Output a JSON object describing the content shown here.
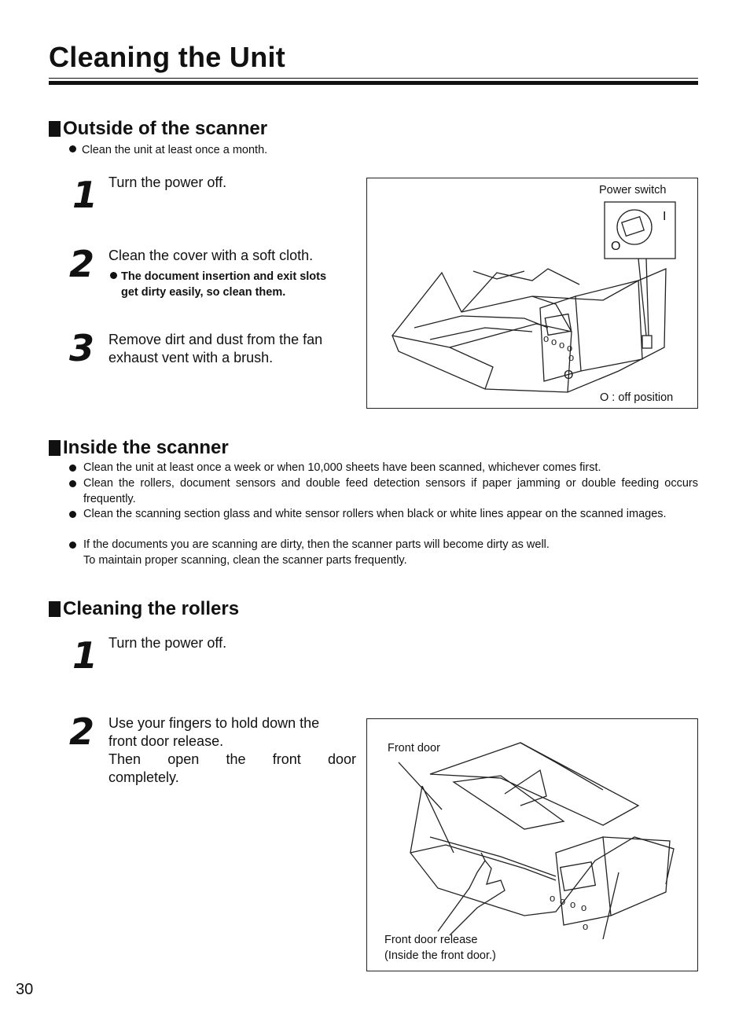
{
  "page": {
    "title": "Cleaning the Unit",
    "page_number": "30"
  },
  "outside": {
    "heading": "Outside of the scanner",
    "note": "Clean the unit at least once a month.",
    "steps": [
      {
        "num": "1",
        "text": "Turn the power off."
      },
      {
        "num": "2",
        "text": "Clean the cover with a soft cloth.",
        "sub_line1": "The document insertion and exit slots",
        "sub_line2": "get dirty easily, so clean them."
      },
      {
        "num": "3",
        "text_line1": "Remove dirt and dust from the fan",
        "text_line2": "exhaust vent with a brush."
      }
    ],
    "figure": {
      "power_switch_label": "Power switch",
      "on_symbol": "I",
      "off_symbol": "O",
      "off_note": "O : off position"
    }
  },
  "inside": {
    "heading": "Inside the scanner",
    "bullets": [
      "Clean the unit at least once a week or when 10,000 sheets have been scanned, whichever comes first.",
      "Clean the rollers, document sensors and double feed detection sensors if paper jamming or double feeding occurs frequently.",
      "Clean the scanning section glass and white sensor rollers when black or white lines appear on the scanned images.",
      "If the documents you are scanning are dirty, then the scanner parts will become dirty as well."
    ],
    "continuation": "To maintain proper scanning, clean the scanner parts frequently."
  },
  "rollers": {
    "heading": "Cleaning the rollers",
    "steps": [
      {
        "num": "1",
        "text": "Turn the power off."
      },
      {
        "num": "2",
        "line1": "Use your fingers to hold down the",
        "line2": "front door release.",
        "line3": "Then open the front door",
        "line4": "completely."
      }
    ],
    "figure": {
      "front_door_label": "Front door",
      "release_label": "Front door release",
      "release_sub": "(Inside the front door.)"
    }
  }
}
